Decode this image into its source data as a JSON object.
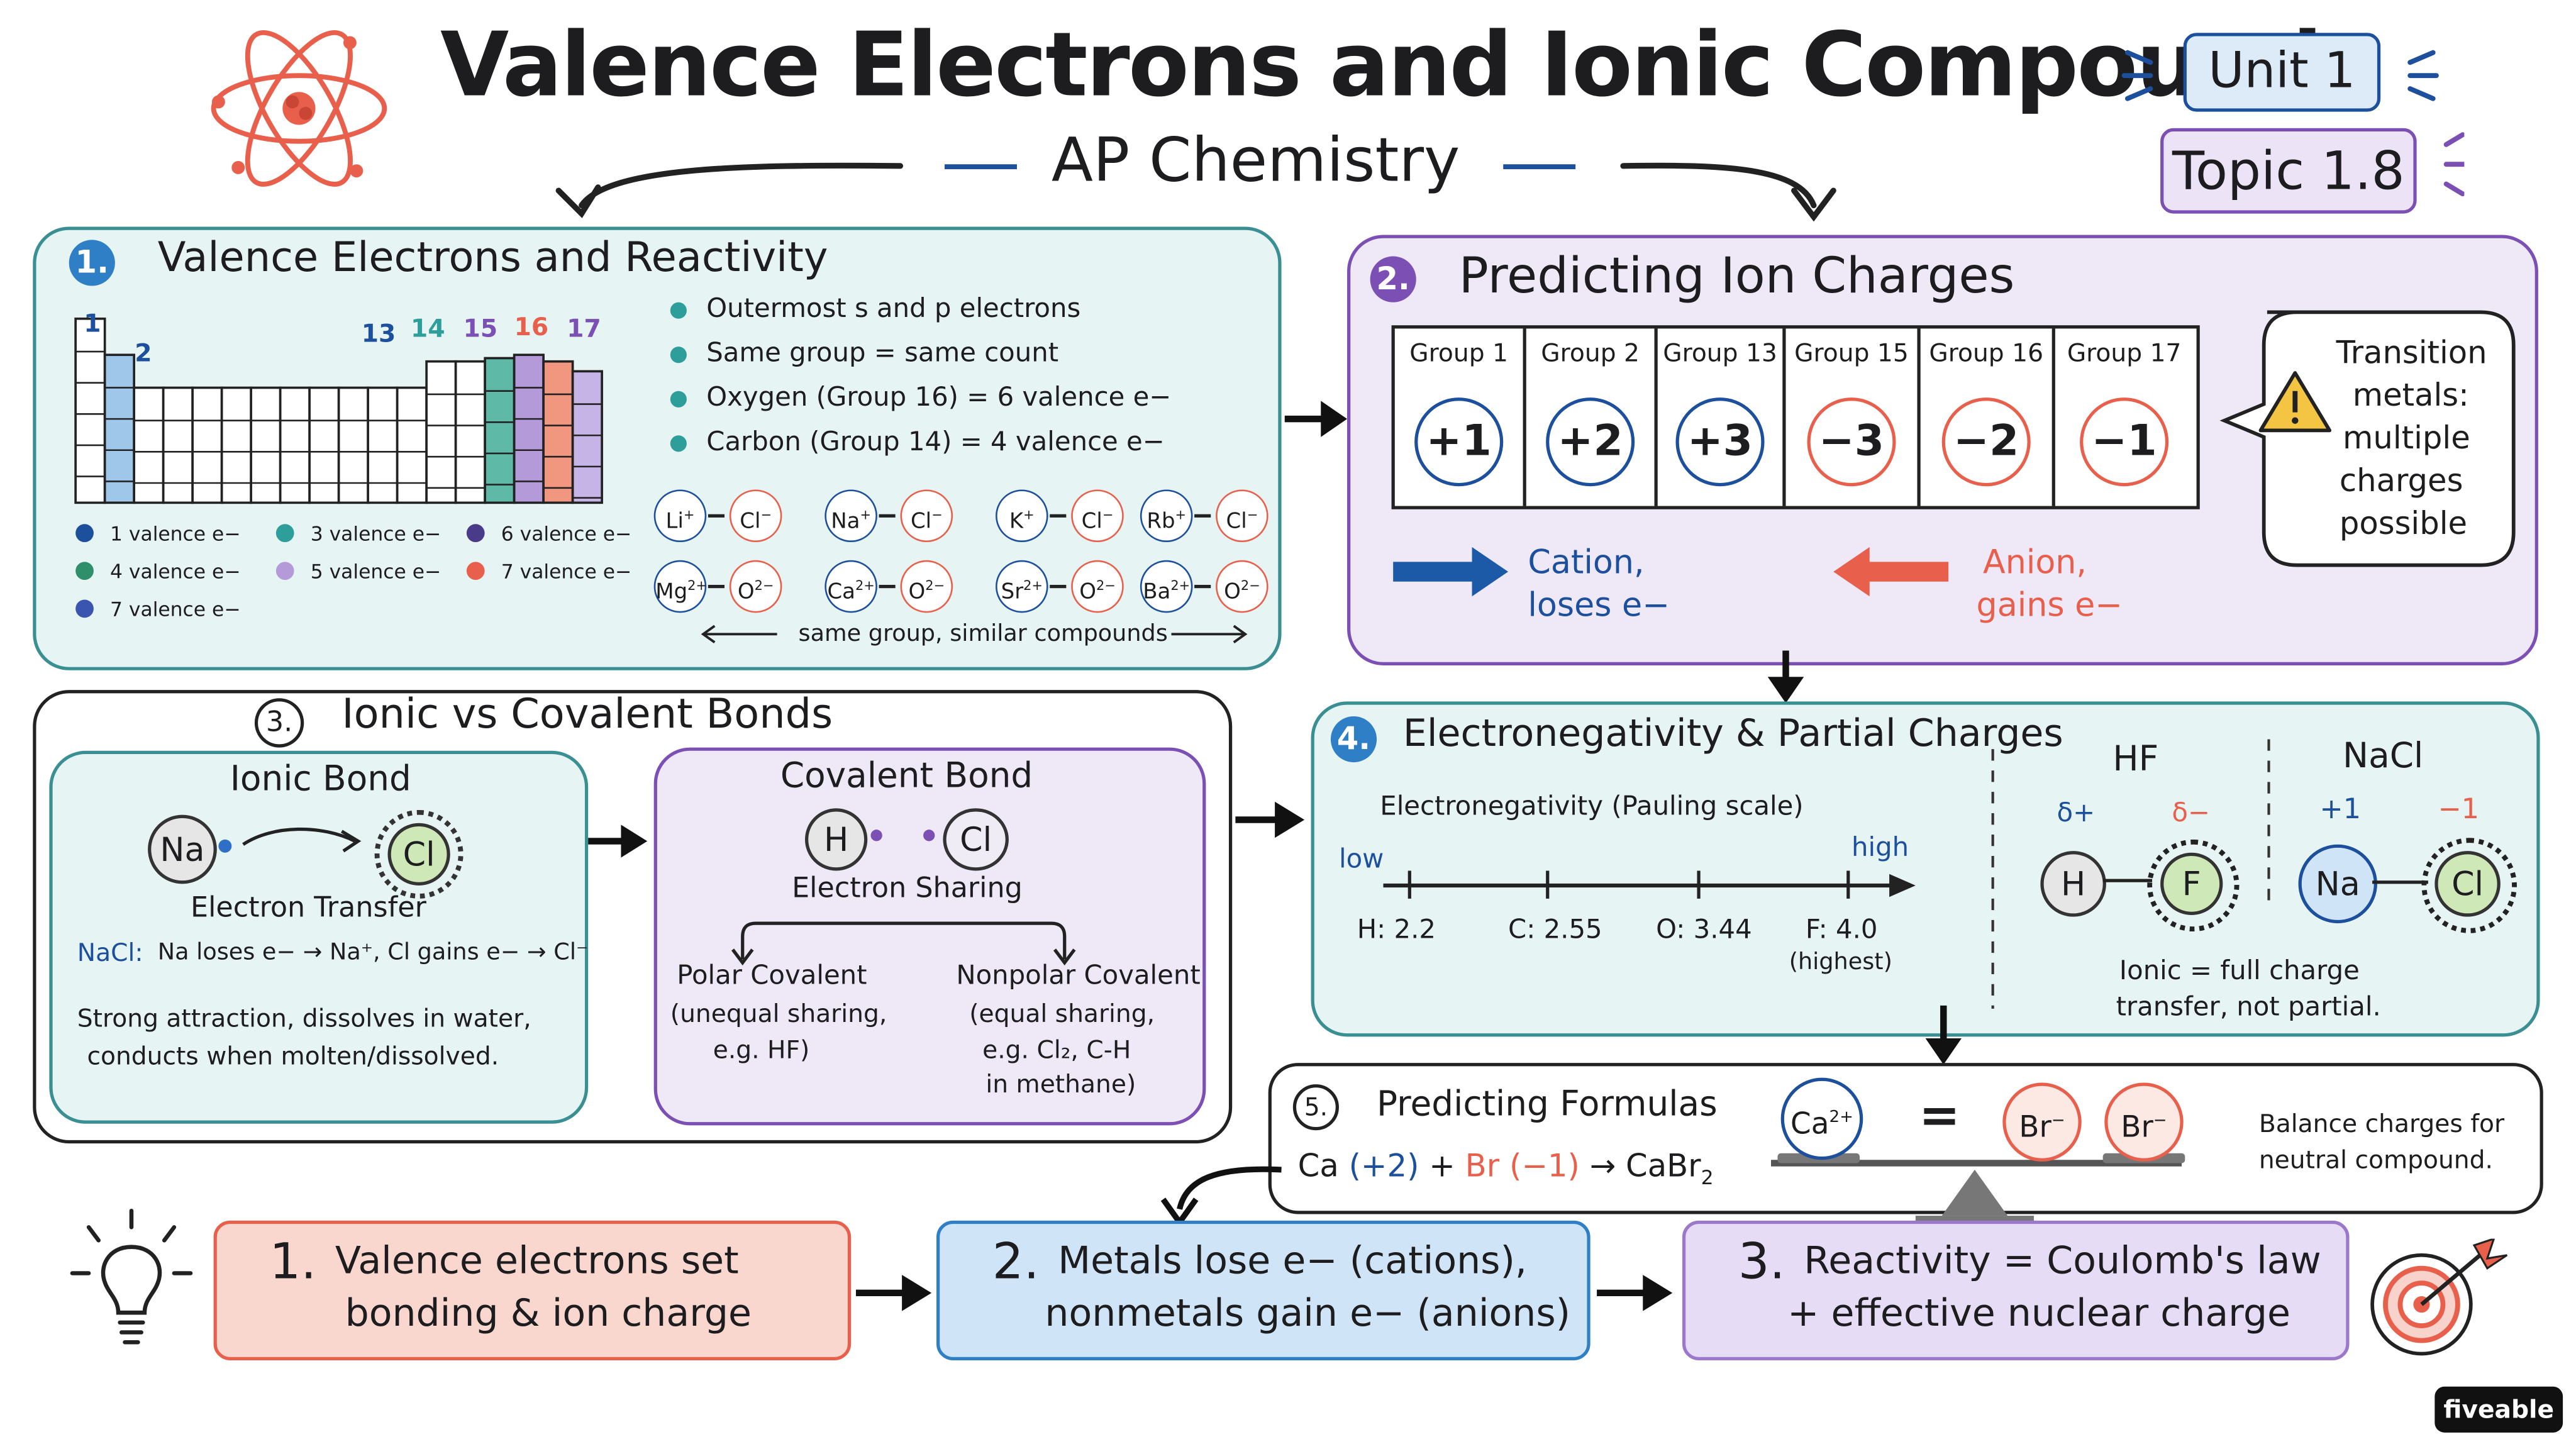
{
  "header": {
    "title": "Valence Electrons and Ionic Compounds",
    "subtitle": "AP Chemistry",
    "unit": "Unit 1",
    "topic": "Topic 1.8"
  },
  "colors": {
    "teal": "#e7f4f4",
    "purple": "#eee8f7",
    "blue": "#1c4f9c",
    "orange": "#e8604c",
    "salmon": "#f8d3cc"
  },
  "s1": {
    "num": "1.",
    "title": "Valence Electrons and Reactivity",
    "group_labels": [
      "1",
      "2",
      "13",
      "14",
      "15",
      "16",
      "17"
    ],
    "bullets": [
      "Outermost s and p electrons",
      "Same group = same count",
      "Oxygen (Group 16) = 6 valence e−",
      "Carbon (Group 14) = 4 valence e−"
    ],
    "legend": [
      "1 valence e−",
      "3 valence e−",
      "6 valence e−",
      "4 valence e−",
      "5 valence e−",
      "7 valence e−",
      "7 valence e−"
    ],
    "row1": [
      [
        "Li",
        "+",
        "Cl",
        "−"
      ],
      [
        "Na",
        "+",
        "Cl",
        "−"
      ],
      [
        "K",
        "+",
        "Cl",
        "−"
      ],
      [
        "Rb",
        "+",
        "Cl",
        "−"
      ]
    ],
    "row2": [
      [
        "Mg",
        "2+",
        "O",
        "2−"
      ],
      [
        "Ca",
        "2+",
        "O",
        "2−"
      ],
      [
        "Sr",
        "2+",
        "O",
        "2−"
      ],
      [
        "Ba",
        "2+",
        "O",
        "2−"
      ]
    ],
    "caption": "same group, similar compounds"
  },
  "s2": {
    "num": "2.",
    "title": "Predicting Ion Charges",
    "groups": [
      "Group 1",
      "Group 2",
      "Group 13",
      "Group 15",
      "Group 16",
      "Group 17"
    ],
    "charges": [
      "+1",
      "+2",
      "+3",
      "−3",
      "−2",
      "−1"
    ],
    "cation": [
      "Cation,",
      "loses e−"
    ],
    "anion": [
      "Anion,",
      "gains e−"
    ],
    "note": [
      "Transition",
      "metals:",
      "multiple",
      "charges",
      "possible"
    ]
  },
  "s3": {
    "num": "3.",
    "title": "Ionic vs Covalent Bonds",
    "ionic": {
      "title": "Ionic Bond",
      "a": "Na",
      "b": "Cl",
      "transfer": "Electron Transfer",
      "nacl_label": "NaCl:",
      "nacl_text": "Na loses e− → Na⁺, Cl gains e− → Cl⁻",
      "props": [
        "Strong attraction, dissolves in water,",
        "conducts when molten/dissolved."
      ]
    },
    "covalent": {
      "title": "Covalent Bond",
      "a": "H",
      "b": "Cl",
      "sharing": "Electron Sharing",
      "polar": [
        "Polar Covalent",
        "(unequal sharing,",
        "e.g. HF)"
      ],
      "nonpolar": [
        "Nonpolar Covalent",
        "(equal sharing,",
        "e.g. Cl₂, C-H",
        "in methane)"
      ]
    }
  },
  "s4": {
    "num": "4.",
    "title": "Electronegativity & Partial Charges",
    "scale_title": "Electronegativity (Pauling scale)",
    "low": "low",
    "high": "high",
    "values": [
      "H: 2.2",
      "C: 2.55",
      "O: 3.44",
      "F: 4.0"
    ],
    "highest": "(highest)",
    "hf": {
      "label": "HF",
      "a": "H",
      "b": "F",
      "ca": "δ+",
      "cb": "δ−"
    },
    "nacl": {
      "label": "NaCl",
      "a": "Na",
      "b": "Cl",
      "ca": "+1",
      "cb": "−1"
    },
    "note": [
      "Ionic = full charge",
      "transfer, not partial."
    ]
  },
  "s5": {
    "num": "5.",
    "title": "Predicting Formulas",
    "eq": {
      "ca": "Ca",
      "cac": "(+2)",
      "plus": "+",
      "br": "Br",
      "brc": "(−1)",
      "arrow": "→",
      "product": "CaBr",
      "sub": "2"
    },
    "ions": {
      "ca": "Ca",
      "cac": "2+",
      "eq": "=",
      "br": "Br",
      "brc": "−"
    },
    "note": [
      "Balance charges for",
      "neutral compound."
    ]
  },
  "summary": [
    {
      "n": "1.",
      "lines": [
        "Valence electrons set",
        "bonding & ion charge"
      ]
    },
    {
      "n": "2.",
      "lines": [
        "Metals lose e− (cations),",
        "nonmetals gain e− (anions)"
      ]
    },
    {
      "n": "3.",
      "lines": [
        "Reactivity = Coulomb's law",
        "+ effective nuclear charge"
      ]
    }
  ],
  "brand": "fiveable"
}
